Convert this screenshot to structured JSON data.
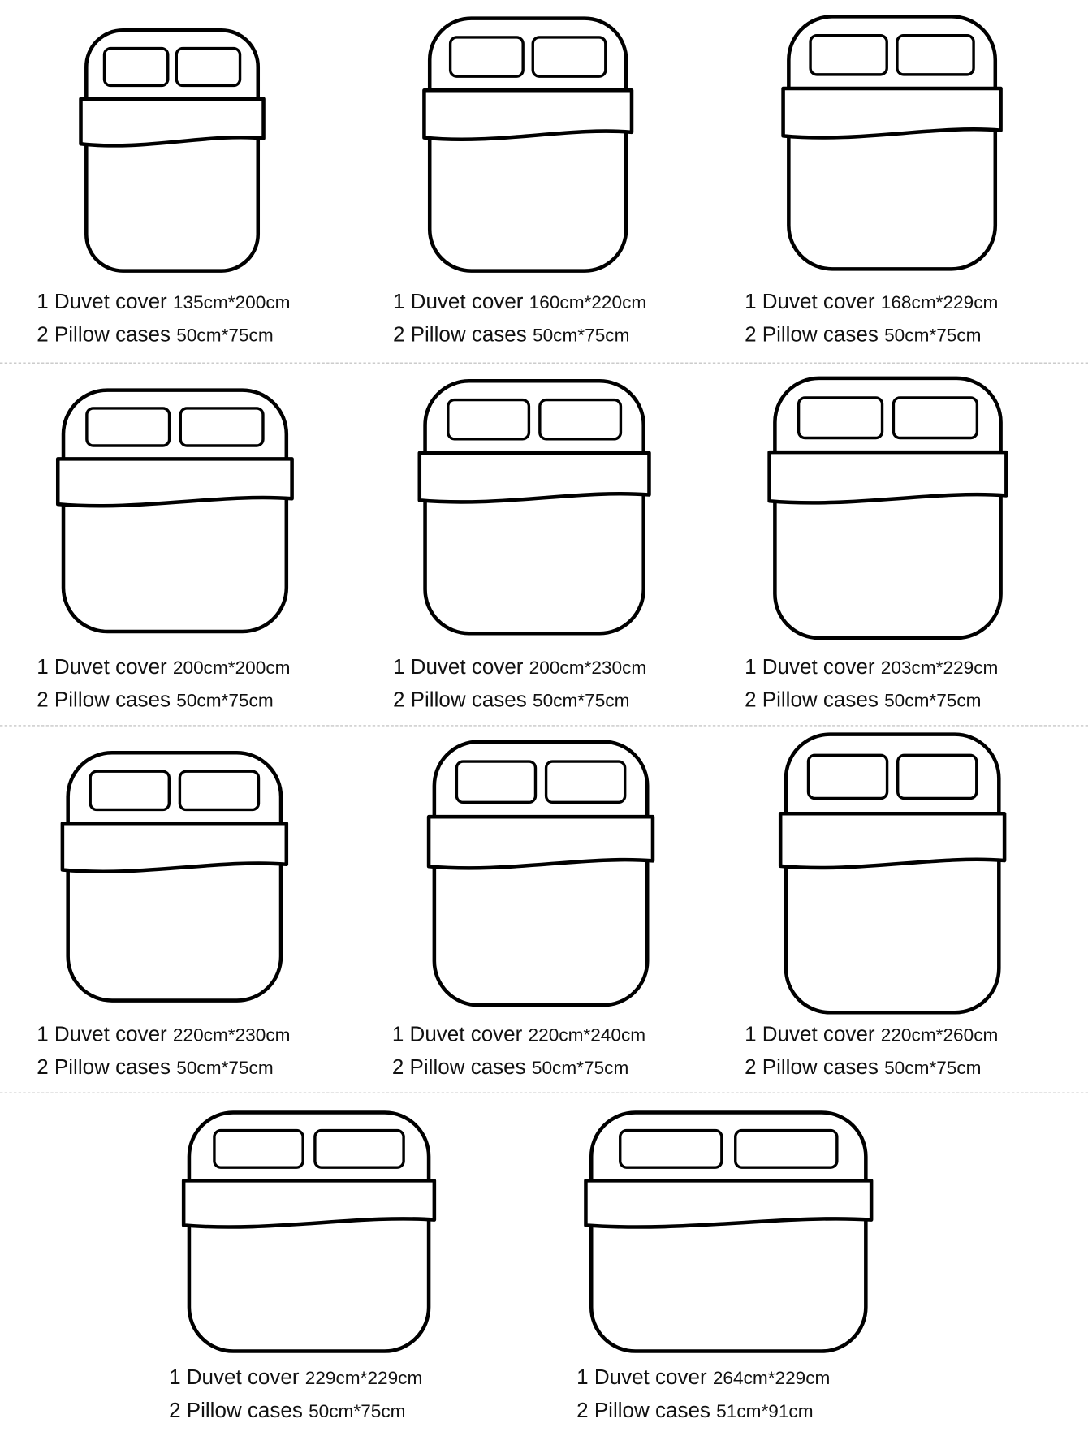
{
  "items": [
    {
      "duvet_label": "1 Duvet cover",
      "duvet_size": "135cm*200cm",
      "pillow_label": "2 Pillow cases",
      "pillow_size": "50cm*75cm"
    },
    {
      "duvet_label": "1 Duvet cover",
      "duvet_size": "160cm*220cm",
      "pillow_label": "2 Pillow cases",
      "pillow_size": "50cm*75cm"
    },
    {
      "duvet_label": "1 Duvet cover",
      "duvet_size": "168cm*229cm",
      "pillow_label": "2 Pillow cases",
      "pillow_size": "50cm*75cm"
    },
    {
      "duvet_label": "1 Duvet cover",
      "duvet_size": "200cm*200cm",
      "pillow_label": "2 Pillow cases",
      "pillow_size": "50cm*75cm"
    },
    {
      "duvet_label": "1 Duvet cover",
      "duvet_size": "200cm*230cm",
      "pillow_label": "2 Pillow cases",
      "pillow_size": "50cm*75cm"
    },
    {
      "duvet_label": "1 Duvet cover",
      "duvet_size": "203cm*229cm",
      "pillow_label": "2 Pillow cases",
      "pillow_size": "50cm*75cm"
    },
    {
      "duvet_label": "1 Duvet cover",
      "duvet_size": "220cm*230cm",
      "pillow_label": "2 Pillow cases",
      "pillow_size": "50cm*75cm"
    },
    {
      "duvet_label": "1 Duvet cover",
      "duvet_size": "220cm*240cm",
      "pillow_label": "2 Pillow cases",
      "pillow_size": "50cm*75cm"
    },
    {
      "duvet_label": "1 Duvet cover",
      "duvet_size": "220cm*260cm",
      "pillow_label": "2 Pillow cases",
      "pillow_size": "50cm*75cm"
    },
    {
      "duvet_label": "1 Duvet cover",
      "duvet_size": "229cm*229cm",
      "pillow_label": "2 Pillow cases",
      "pillow_size": "50cm*75cm"
    },
    {
      "duvet_label": "1 Duvet cover",
      "duvet_size": "264cm*229cm",
      "pillow_label": "2 Pillow cases",
      "pillow_size": "51cm*91cm"
    }
  ]
}
